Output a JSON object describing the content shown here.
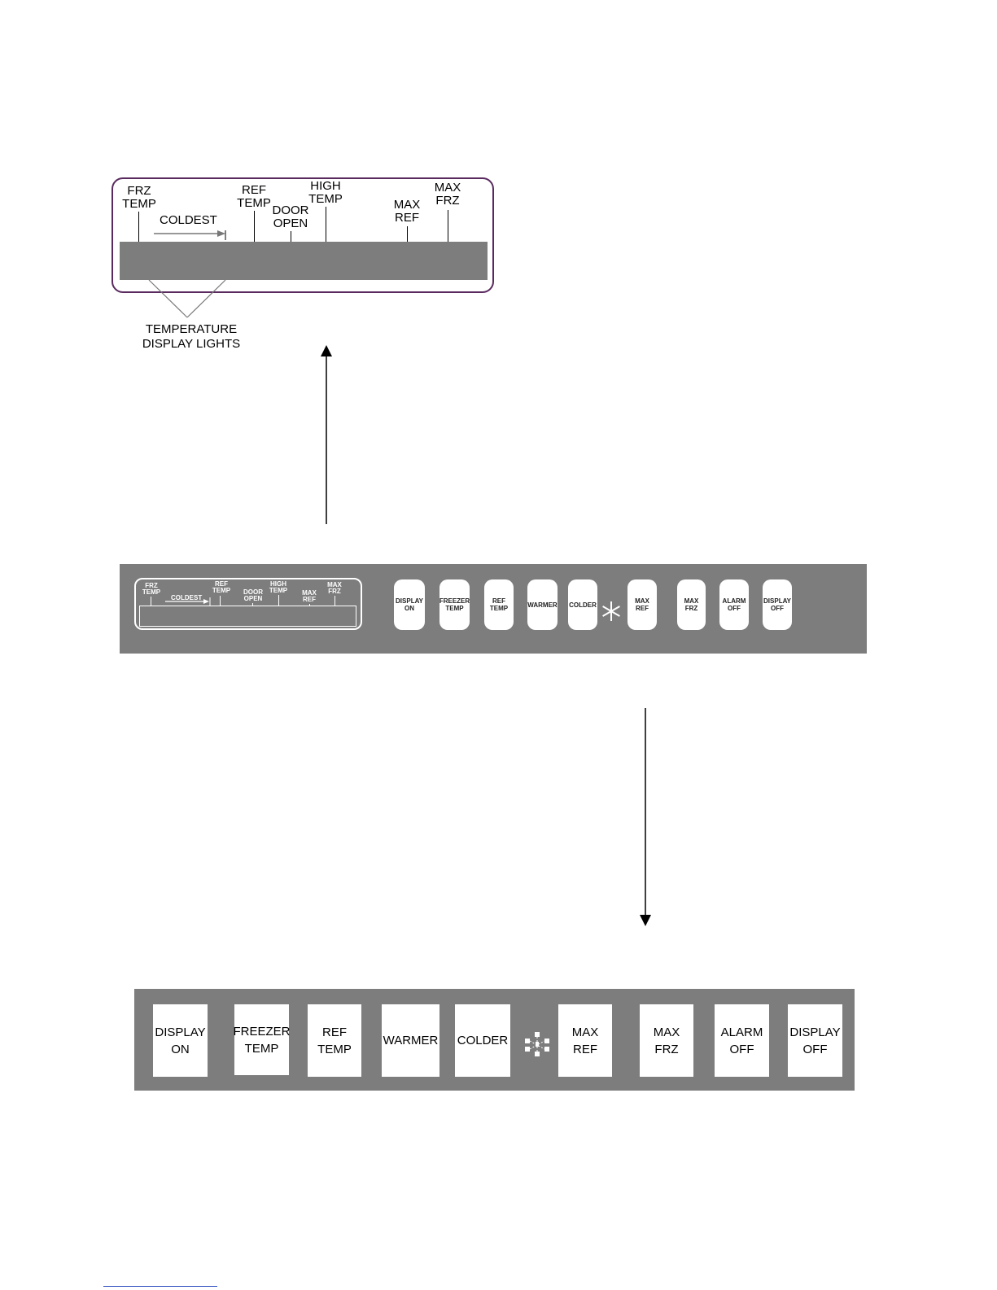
{
  "zoomed_display": {
    "labels": {
      "frz_temp": "FRZ\nTEMP",
      "coldest": "COLDEST",
      "ref_temp": "REF\nTEMP",
      "door_open": "DOOR\nOPEN",
      "high_temp": "HIGH\nTEMP",
      "max_ref": "MAX\nREF",
      "max_frz": "MAX\nFRZ"
    },
    "callout": "TEMPERATURE\nDISPLAY  LIGHTS"
  },
  "control_panel": {
    "display_labels": {
      "frz_temp": "FRZ\nTEMP",
      "coldest": "COLDEST",
      "ref_temp": "REF\nTEMP",
      "door_open": "DOOR\nOPEN",
      "high_temp": "HIGH\nTEMP",
      "max_ref": "MAX\nREF",
      "max_frz": "MAX\nFRZ"
    },
    "buttons": {
      "display_on": "DISPLAY\nON",
      "freezer_temp": "FREEZER\nTEMP",
      "ref_temp": "REF\nTEMP",
      "warmer": "WARMER",
      "colder": "COLDER",
      "max_ref": "MAX\nREF",
      "max_frz": "MAX\nFRZ",
      "alarm_off": "ALARM\nOFF",
      "display_off": "DISPLAY\nOFF"
    }
  },
  "button_panel": {
    "buttons": {
      "display_on": "DISPLAY\nON",
      "freezer_temp": "FREEZER\nTEMP",
      "ref_temp": "REF\nTEMP",
      "warmer": "WARMER",
      "colder": "COLDER",
      "max_ref": "MAX\nREF",
      "max_frz": "MAX\nFRZ",
      "alarm_off": "ALARM\nOFF",
      "display_off": "DISPLAY\nOFF"
    }
  },
  "colors": {
    "panel_gray": "#7d7d7d",
    "frame_purple": "#5a2a5f"
  },
  "icons": [
    "snowflake-icon",
    "coldest-arrow-icon"
  ]
}
